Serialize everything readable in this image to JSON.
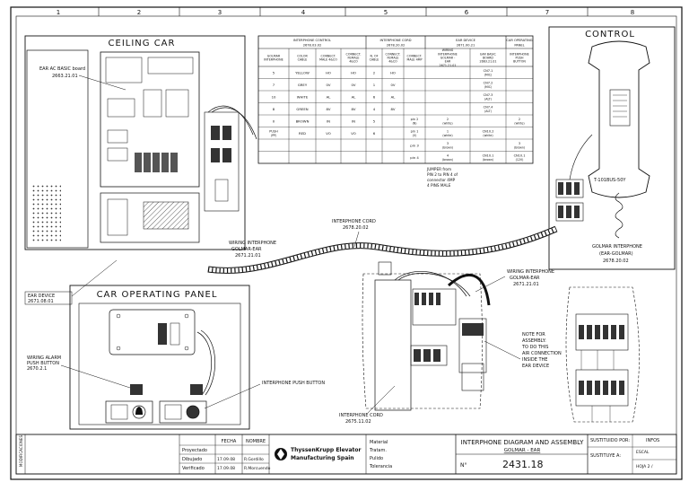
{
  "grid_columns": [
    "1",
    "2",
    "3",
    "4",
    "5",
    "6",
    "7",
    "8"
  ],
  "labels": {
    "ceiling_car": "CEILING CAR",
    "car_operating_panel": "CAR OPERATING PANEL",
    "control": "CONTROL",
    "ear_ac_board": "EAR AC BASIC board",
    "ear_ac_board_code": "2663.21.01",
    "ear_device": "EAR DEVICE",
    "ear_device_code": "2671.08.01",
    "wiring_interphone_1": "WIRING INTERPHONE",
    "wiring_interphone_1b": "GOLMAR-EAR",
    "wiring_interphone_1_code": "2671.21.01",
    "interphone_cord_1": "INTERPHONE CORD",
    "interphone_cord_1_code": "2678.20.02",
    "wiring_alarm": "WIRING ALARM",
    "wiring_alarm_b": "PUSH BUTTON",
    "wiring_alarm_code": "2670.2.1",
    "interphone_push_button": "INTERPHONE PUSH BUTTON",
    "wiring_interphone_2": "WIRING INTERPHONE",
    "wiring_interphone_2b": "GOLMAR-EAR",
    "wiring_interphone_2_code": "2671.21.01",
    "interphone_cord_2": "INTERPHONE CORD",
    "interphone_cord_2_code": "2675.11.02",
    "note_1": "NOTE FOR",
    "note_2": "ASSEMBLY:",
    "note_3": "TO DO THIS",
    "note_4": "AIR CONNECTION",
    "note_5": "INSIDE THE",
    "note_6": "EAR DEVICE",
    "golmar_model": "T-101BUS-50Y",
    "golmar_interphone": "GOLMAR INTERPHONE",
    "golmar_sub": "(EAR-GOLMAR)",
    "golmar_code": "2678.20.02",
    "jumper_1": "JUMPER from",
    "jumper_2": "PIN 2 to PIN 4 of",
    "jumper_3": "connector 4MP",
    "jumper_4": "4 PINS MALE"
  },
  "table": {
    "group_headers": [
      {
        "title": "INTERPHONE CONTROL",
        "code": "2678.03.02"
      },
      {
        "title": "INTERPHONE CORD",
        "code": "2678.20.02"
      },
      {
        "title": "EAR DEVICE",
        "code": "2671.00.21"
      },
      {
        "title": "CAR OPERATING",
        "code": "PANEL"
      }
    ],
    "sub_headers": [
      "GOLMAR INTERPHONE",
      "COLOR CABLE",
      "CONNECT. MALE 4&CO",
      "CONNECT. FEMALE 4&CO",
      "N. OF CABLE",
      "CONNECT. FEMALE 4&CO",
      "CONNECT. MALE 4MP",
      "WIRING INTERPHONE GOLMAR - EAR 2671.21.01",
      "EAR BASIC BOARD 2663.21.01",
      "INTERPHONE PUSH BUTTON"
    ],
    "rows": [
      [
        "5",
        "YELLOW",
        "HO",
        "HO",
        "2",
        "HO",
        "",
        "",
        "CN7.1 (MIC)",
        ""
      ],
      [
        "7",
        "GREY",
        "0V",
        "0V",
        "1",
        "0V",
        "",
        "",
        "CN7.2 (MIC)",
        ""
      ],
      [
        "10",
        "WHITE",
        "AL",
        "AL",
        "6",
        "AL",
        "",
        "",
        "CN7.3 (ALT)",
        ""
      ],
      [
        "8",
        "GREEN",
        "8V",
        "8V",
        "4",
        "8V",
        "",
        "",
        "CN7.4 (ALT)",
        ""
      ],
      [
        "0",
        "BROWN",
        "IN",
        "IN",
        "5",
        "",
        "pin 2 (N)",
        "2 (white)",
        "",
        "2 (white)"
      ],
      [
        "PUSH (PP)",
        "RED",
        "VO",
        "VO",
        "6",
        "",
        "pin 1 (V)",
        "1 (white)",
        "CN10.2 (white)",
        ""
      ],
      [
        "",
        "",
        "",
        "",
        "",
        "",
        "pin 3",
        "3 (brown)",
        "",
        "3 (brown)"
      ],
      [
        "",
        "",
        "",
        "",
        "",
        "",
        "pin 4",
        "4 (brown)",
        "CN10.1 (brown)",
        "CN10.1 (12V)"
      ]
    ]
  },
  "title_block": {
    "rows_label": [
      "Proyectado",
      "Dibujado",
      "Verificado"
    ],
    "col_fecha": "FECHA",
    "col_nombre": "NOMBRE",
    "dates": [
      "",
      "17.09.08",
      "17.09.08"
    ],
    "names": [
      "",
      "R.Gordillo",
      "R.Morcuendo"
    ],
    "company_1": "ThyssenKrupp Elevator",
    "company_2": "Manufacturing Spain",
    "materials": [
      "Material",
      "Tratam.",
      "Pulido",
      "Tolerancia"
    ],
    "drawing_title": "INTERPHONE DIAGRAM AND ASSEMBLY",
    "drawing_sub": "GOLMAR - EAR",
    "number_label": "N°",
    "drawing_number": "2431.18",
    "sustituido": "SUSTITUIDO POR:",
    "sustituye": "SUSTITUYE A:",
    "infos": "INFOS",
    "escala": "ESCAL",
    "hoja": "HOJA 2 /",
    "side_label": "MODIFICACIONES"
  },
  "colors": {
    "line": "#111111",
    "paper": "#ffffff"
  }
}
